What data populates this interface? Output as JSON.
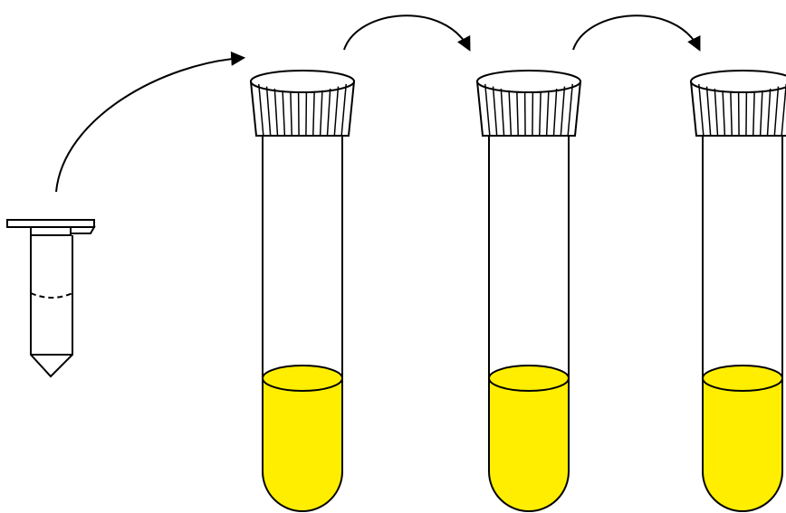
{
  "diagram": {
    "background_color": "#ffffff",
    "line_color": "#000000",
    "liquid_color": "#ffee00",
    "microtube": {
      "icon": "microcentrifuge-tube-icon",
      "liquid": "none",
      "interior_line": "dashed"
    },
    "culture_tubes": [
      {
        "icon": "screw-cap-culture-tube-icon",
        "liquid_fill": 0.33
      },
      {
        "icon": "screw-cap-culture-tube-icon",
        "liquid_fill": 0.33
      },
      {
        "icon": "screw-cap-culture-tube-icon",
        "liquid_fill": 0.33
      }
    ],
    "transfers": [
      {
        "from": "microtube",
        "to": "culture_tube_1",
        "icon": "curved-arrow-icon"
      },
      {
        "from": "culture_tube_1",
        "to": "culture_tube_2",
        "icon": "curved-arrow-icon"
      },
      {
        "from": "culture_tube_2",
        "to": "culture_tube_3",
        "icon": "curved-arrow-icon"
      }
    ]
  }
}
